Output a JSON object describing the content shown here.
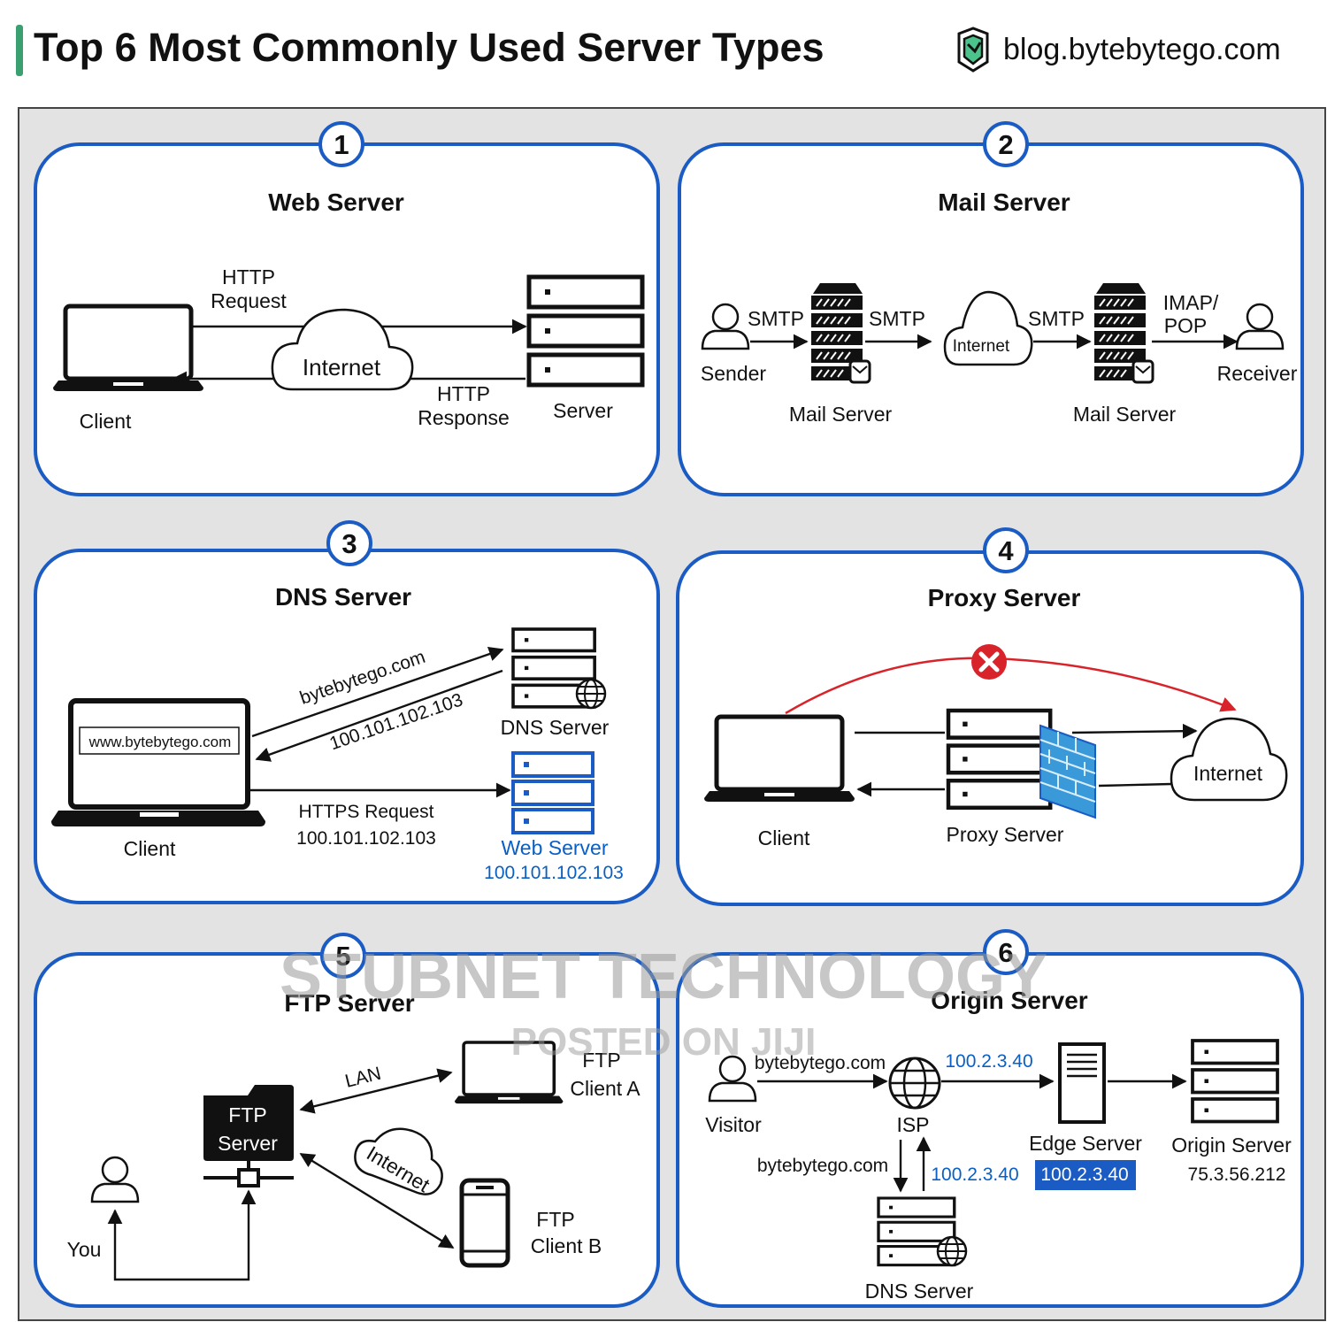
{
  "title": "Top 6 Most Commonly Used Server Types",
  "brand": {
    "text": "blog.bytebytego.com",
    "icon": "bytebytego-logo-icon"
  },
  "watermark": {
    "line1": "STUBNET TECHNOLOGY",
    "line2": "POSTED ON JIJI"
  },
  "colors": {
    "panel_border": "#1a5cc4",
    "background": "#e3e3e3",
    "accent_blue": "#0a5fc4",
    "blocked_red": "#d9232a",
    "title_bar": "#3aa070"
  },
  "panels": [
    {
      "number": "1",
      "title": "Web Server",
      "labels": {
        "request": [
          "HTTP",
          "Request"
        ],
        "response": [
          "HTTP",
          "Response"
        ],
        "internet": "Internet",
        "client": "Client",
        "server": "Server"
      }
    },
    {
      "number": "2",
      "title": "Mail Server",
      "labels": {
        "smtp1": "SMTP",
        "smtp2": "SMTP",
        "smtp3": "SMTP",
        "imap": [
          "IMAP/",
          "POP"
        ],
        "sender": "Sender",
        "receiver": "Receiver",
        "internet": "Internet",
        "mail_server_1": "Mail Server",
        "mail_server_2": "Mail Server"
      }
    },
    {
      "number": "3",
      "title": "DNS Server",
      "labels": {
        "url": "www.bytebytego.com",
        "query": "bytebytego.com",
        "answer": "100.101.102.103",
        "dns_server": "DNS Server",
        "https_request": "HTTPS Request",
        "https_ip": "100.101.102.103",
        "web_server": "Web Server",
        "web_server_ip": "100.101.102.103",
        "client": "Client"
      }
    },
    {
      "number": "4",
      "title": "Proxy Server",
      "labels": {
        "client": "Client",
        "proxy_server": "Proxy Server",
        "internet": "Internet"
      }
    },
    {
      "number": "5",
      "title": "FTP Server",
      "labels": {
        "ftp_server": [
          "FTP",
          "Server"
        ],
        "lan": "LAN",
        "internet": "Internet",
        "client_a": [
          "FTP",
          "Client A"
        ],
        "client_b": [
          "FTP",
          "Client B"
        ],
        "you": "You"
      }
    },
    {
      "number": "6",
      "title": "Origin Server",
      "labels": {
        "domain1": "bytebytego.com",
        "ip1": "100.2.3.40",
        "visitor": "Visitor",
        "isp": "ISP",
        "domain2": "bytebytego.com",
        "ip2": "100.2.3.40",
        "edge_server": "Edge Server",
        "edge_ip": "100.2.3.40",
        "origin_server": "Origin Server",
        "origin_ip": "75.3.56.212",
        "dns_server": "DNS Server"
      }
    }
  ]
}
